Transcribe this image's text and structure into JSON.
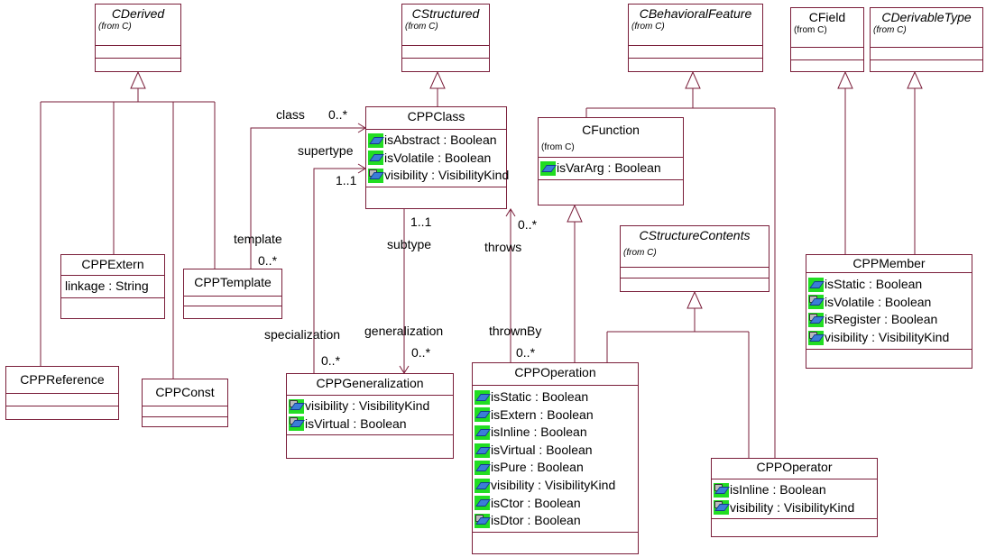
{
  "classes": {
    "cderived": {
      "name": "CDerived",
      "pkg": "(from C)",
      "attrs": []
    },
    "cstructured": {
      "name": "CStructured",
      "pkg": "(from C)",
      "attrs": []
    },
    "cbehavioral": {
      "name": "CBehavioralFeature",
      "pkg": "(from C)",
      "attrs": []
    },
    "cfield": {
      "name": "CField",
      "pkg": "(from C)",
      "attrs": []
    },
    "cderivable": {
      "name": "CDerivableType",
      "pkg": "(from C)",
      "attrs": []
    },
    "cppclass": {
      "name": "CPPClass",
      "attrs": [
        {
          "text": "isAbstract : Boolean",
          "icon": "public-attribute-icon"
        },
        {
          "text": "isVolatile : Boolean",
          "icon": "public-attribute-icon"
        },
        {
          "text": "visibility : VisibilityKind",
          "icon": "protected-attribute-icon"
        }
      ]
    },
    "cfunction": {
      "name": "CFunction",
      "pkg": "(from C)",
      "attrs": [
        {
          "text": "isVarArg : Boolean",
          "icon": "public-attribute-icon"
        }
      ]
    },
    "cstructurecontents": {
      "name": "CStructureContents",
      "pkg": "(from C)",
      "attrs": []
    },
    "cppextern": {
      "name": "CPPExtern",
      "attrs": [
        {
          "text": "linkage : String",
          "icon": ""
        }
      ]
    },
    "cpptemplate": {
      "name": "CPPTemplate",
      "attrs": []
    },
    "cppreference": {
      "name": "CPPReference",
      "attrs": []
    },
    "cppconst": {
      "name": "CPPConst",
      "attrs": []
    },
    "cppmember": {
      "name": "CPPMember",
      "attrs": [
        {
          "text": "isStatic : Boolean",
          "icon": "public-attribute-icon"
        },
        {
          "text": "isVolatile : Boolean",
          "icon": "protected-attribute-icon"
        },
        {
          "text": "isRegister : Boolean",
          "icon": "protected-attribute-icon"
        },
        {
          "text": "visibility : VisibilityKind",
          "icon": "protected-attribute-icon"
        }
      ]
    },
    "cppgeneralization": {
      "name": "CPPGeneralization",
      "attrs": [
        {
          "text": "visibility : VisibilityKind",
          "icon": "protected-attribute-icon"
        },
        {
          "text": "isVirtual : Boolean",
          "icon": "protected-attribute-icon"
        }
      ]
    },
    "cppoperation": {
      "name": "CPPOperation",
      "attrs": [
        {
          "text": "isStatic : Boolean",
          "icon": "public-attribute-icon"
        },
        {
          "text": "isExtern : Boolean",
          "icon": "public-attribute-icon"
        },
        {
          "text": "isInline : Boolean",
          "icon": "public-attribute-icon"
        },
        {
          "text": "isVirtual : Boolean",
          "icon": "public-attribute-icon"
        },
        {
          "text": "isPure : Boolean",
          "icon": "public-attribute-icon"
        },
        {
          "text": "visibility : VisibilityKind",
          "icon": "public-attribute-icon"
        },
        {
          "text": "isCtor : Boolean",
          "icon": "public-attribute-icon"
        },
        {
          "text": "isDtor : Boolean",
          "icon": "protected-attribute-icon"
        }
      ]
    },
    "cppoperator": {
      "name": "CPPOperator",
      "attrs": [
        {
          "text": "isInline : Boolean",
          "icon": "protected-attribute-icon"
        },
        {
          "text": "visibility : VisibilityKind",
          "icon": "protected-attribute-icon"
        }
      ]
    }
  },
  "labels": {
    "class_role": "class",
    "class_mult": "0..*",
    "supertype_role": "supertype",
    "supertype_mult": "1..1",
    "template_role": "template",
    "template_mult": "0..*",
    "subtype_mult": "1..1",
    "subtype_role": "subtype",
    "throws_mult": "0..*",
    "throws_role": "throws",
    "specialization_role": "specialization",
    "specialization_mult": "0..*",
    "generalization_role": "generalization",
    "generalization_mult": "0..*",
    "thrownby_role": "thrownBy",
    "thrownby_mult": "0..*"
  },
  "colors": {
    "border": "#7a1e3a",
    "attribute_icon_bg": "#22dd22"
  }
}
